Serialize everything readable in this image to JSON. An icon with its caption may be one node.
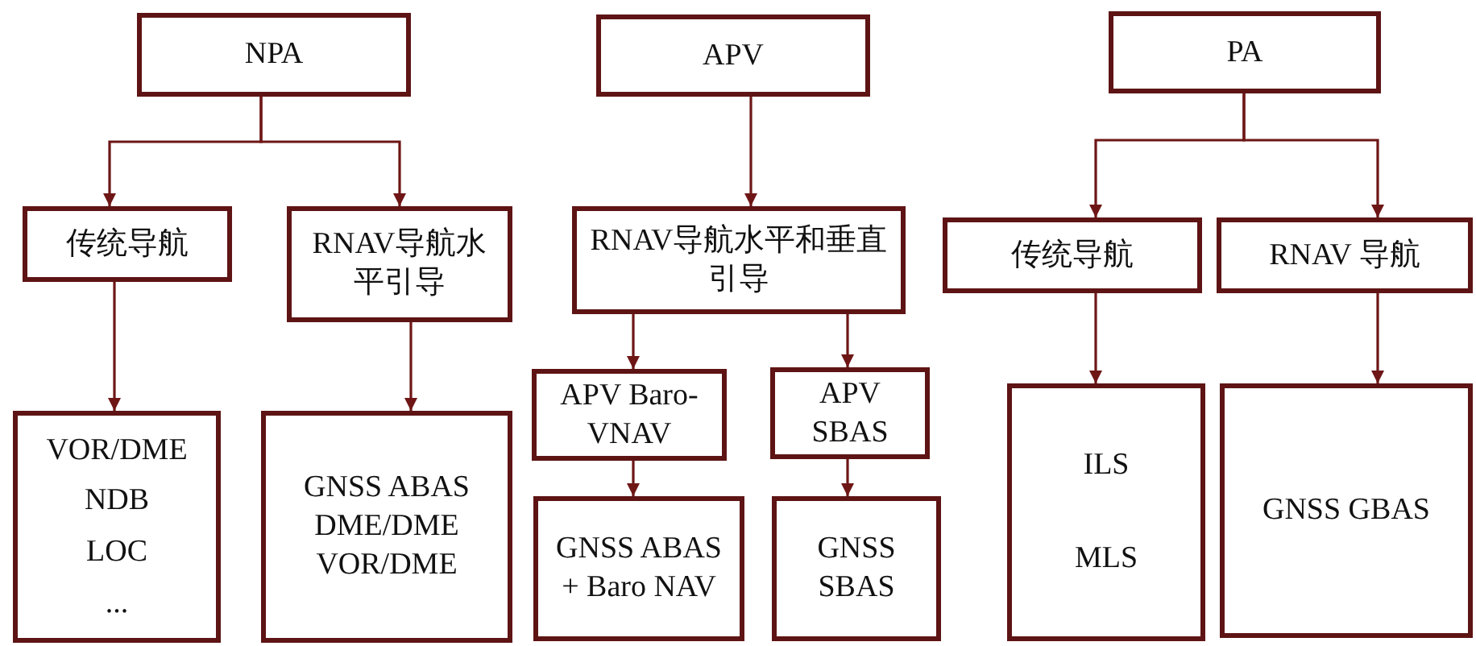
{
  "diagram": {
    "nodes": [
      {
        "text": [
          "NPA"
        ]
      },
      {
        "text": [
          "传统导航"
        ]
      },
      {
        "text": [
          "RNAV导航水平引导"
        ]
      },
      {
        "text": [
          "VOR/DME",
          "NDB",
          "LOC",
          "..."
        ]
      },
      {
        "text": [
          "GNSS ABAS",
          "DME/DME",
          "VOR/DME"
        ]
      },
      {
        "text": [
          "APV"
        ]
      },
      {
        "text": [
          "RNAV导航水平和垂直引导"
        ]
      },
      {
        "text": [
          "APV Baro-VNAV"
        ]
      },
      {
        "text": [
          "APV SBAS"
        ]
      },
      {
        "text": [
          "GNSS ABAS + Baro NAV"
        ]
      },
      {
        "text": [
          "GNSS SBAS"
        ]
      },
      {
        "text": [
          "PA"
        ]
      },
      {
        "text": [
          "传统导航"
        ]
      },
      {
        "text": [
          "RNAV 导航"
        ]
      },
      {
        "text": [
          "ILS",
          "MLS"
        ]
      },
      {
        "text": [
          "GNSS GBAS"
        ]
      }
    ],
    "edges": [
      {
        "from": 0,
        "to": 1,
        "arrow": "to"
      },
      {
        "from": 0,
        "to": 2,
        "arrow": "to"
      },
      {
        "from": 1,
        "to": 3,
        "arrow": "to"
      },
      {
        "from": 2,
        "to": 4,
        "arrow": "to"
      },
      {
        "from": 5,
        "to": 6,
        "arrow": "to"
      },
      {
        "from": 6,
        "to": 7,
        "arrow": "to"
      },
      {
        "from": 6,
        "to": 8,
        "arrow": "to"
      },
      {
        "from": 7,
        "to": 9,
        "arrow": "to"
      },
      {
        "from": 8,
        "to": 10,
        "arrow": "to"
      },
      {
        "from": 11,
        "to": 12,
        "arrow": "to"
      },
      {
        "from": 11,
        "to": 13,
        "arrow": "to"
      },
      {
        "from": 12,
        "to": 14,
        "arrow": "to"
      },
      {
        "from": 13,
        "to": 15,
        "arrow": "to"
      }
    ]
  }
}
